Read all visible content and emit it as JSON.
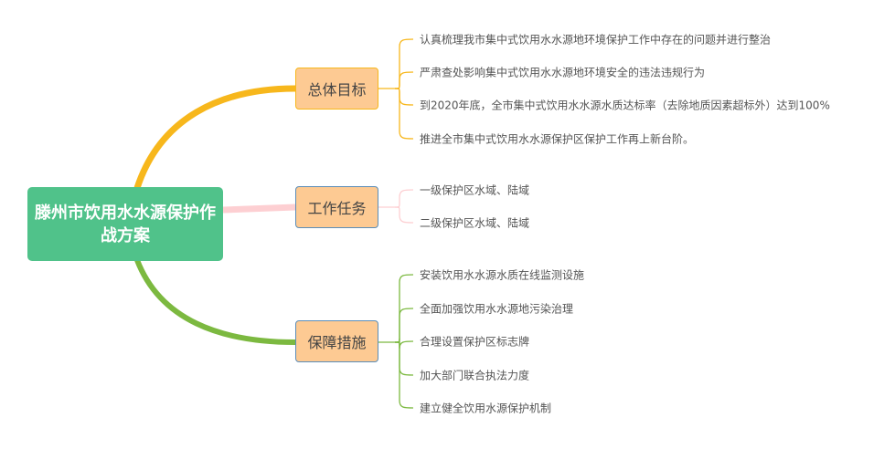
{
  "root": {
    "title": "滕州市饮用水水源保护作战方案"
  },
  "branches": [
    {
      "label": "总体目标",
      "color": "#f7b71c",
      "items": [
        "认真梳理我市集中式饮用水水源地环境保护工作中存在的问题并进行整治",
        "严肃查处影响集中式饮用水水源地环境安全的违法违规行为",
        "到2020年底，全市集中式饮用水水源水质达标率（去除地质因素超标外）达到100%",
        "推进全市集中式饮用水水源保护区保护工作再上新台阶。"
      ]
    },
    {
      "label": "工作任务",
      "color": "#fdcfd2",
      "items": [
        "一级保护区水域、陆域",
        "二级保护区水域、陆域"
      ]
    },
    {
      "label": "保障措施",
      "color": "#7cb940",
      "items": [
        "安装饮用水水源水质在线监测设施",
        "全面加强饮用水水源地污染治理",
        "合理设置保护区标志牌",
        "加大部门联合执法力度",
        "建立健全饮用水源保护机制"
      ]
    }
  ]
}
